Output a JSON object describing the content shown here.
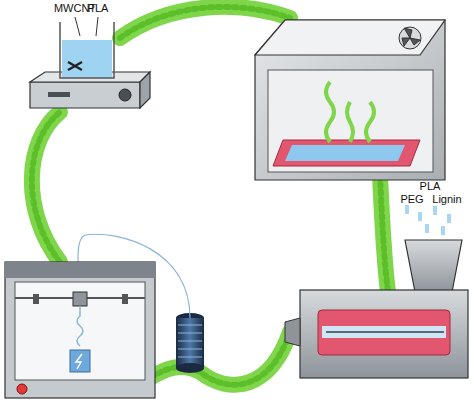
{
  "diagram": {
    "labels": [
      "MWCNT",
      "PLA",
      "PLA",
      "PEG",
      "Lignin"
    ]
  }
}
